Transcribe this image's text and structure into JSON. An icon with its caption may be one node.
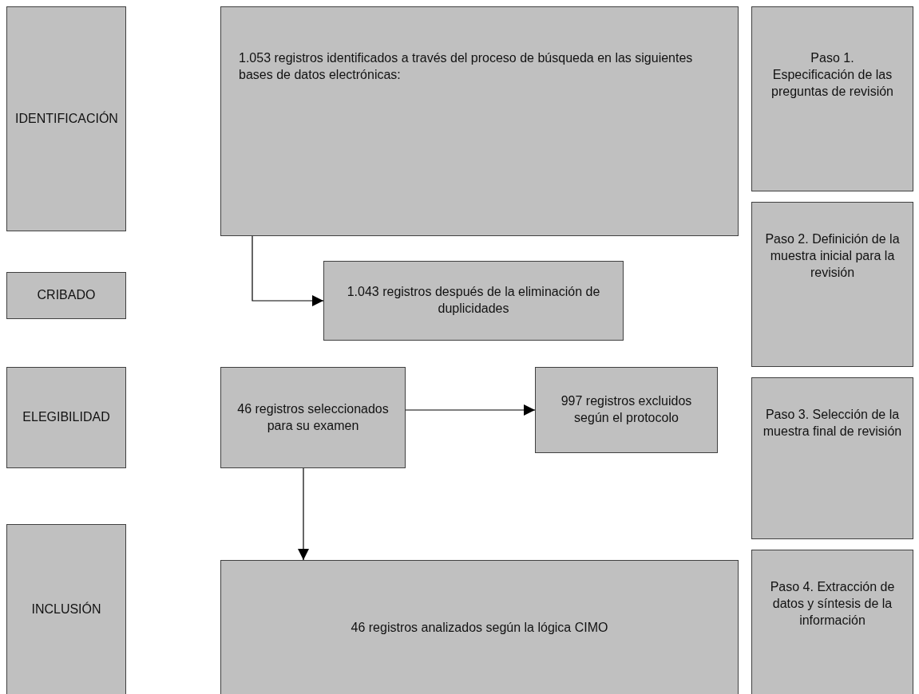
{
  "diagram": {
    "nodes": [
      {
        "text": [
          "IDENTIFICACIÓN"
        ]
      },
      {
        "text": [
          "1.053 registros identificados a través del proceso de búsqueda en las siguientes bases de datos electrónicas:"
        ]
      },
      {
        "text": [
          "Paso 1. Especificación de las preguntas de revisión"
        ]
      },
      {
        "text": [
          "CRIBADO"
        ]
      },
      {
        "text": [
          "1.043 registros después de la eliminación de duplicidades"
        ]
      },
      {
        "text": [
          "Paso 2. Definición de la muestra inicial para la revisión"
        ]
      },
      {
        "text": [
          "ELEGIBILIDAD"
        ]
      },
      {
        "text": [
          "46 registros seleccionados para su examen"
        ]
      },
      {
        "text": [
          "997 registros excluidos según el protocolo"
        ]
      },
      {
        "text": [
          "Paso 3. Selección de la muestra final de revisión"
        ]
      },
      {
        "text": [
          "INCLUSIÓN"
        ]
      },
      {
        "text": [
          "Paso 4. Extracción de datos y síntesis de la información"
        ]
      },
      {
        "text": [
          "46 registros analizados según la lógica CIMO"
        ]
      }
    ],
    "edges": [
      {
        "from": 1,
        "to": 4,
        "arrow": "to"
      },
      {
        "from": 7,
        "to": 8,
        "arrow": "to"
      },
      {
        "from": 7,
        "to": 12,
        "arrow": "to"
      }
    ]
  }
}
